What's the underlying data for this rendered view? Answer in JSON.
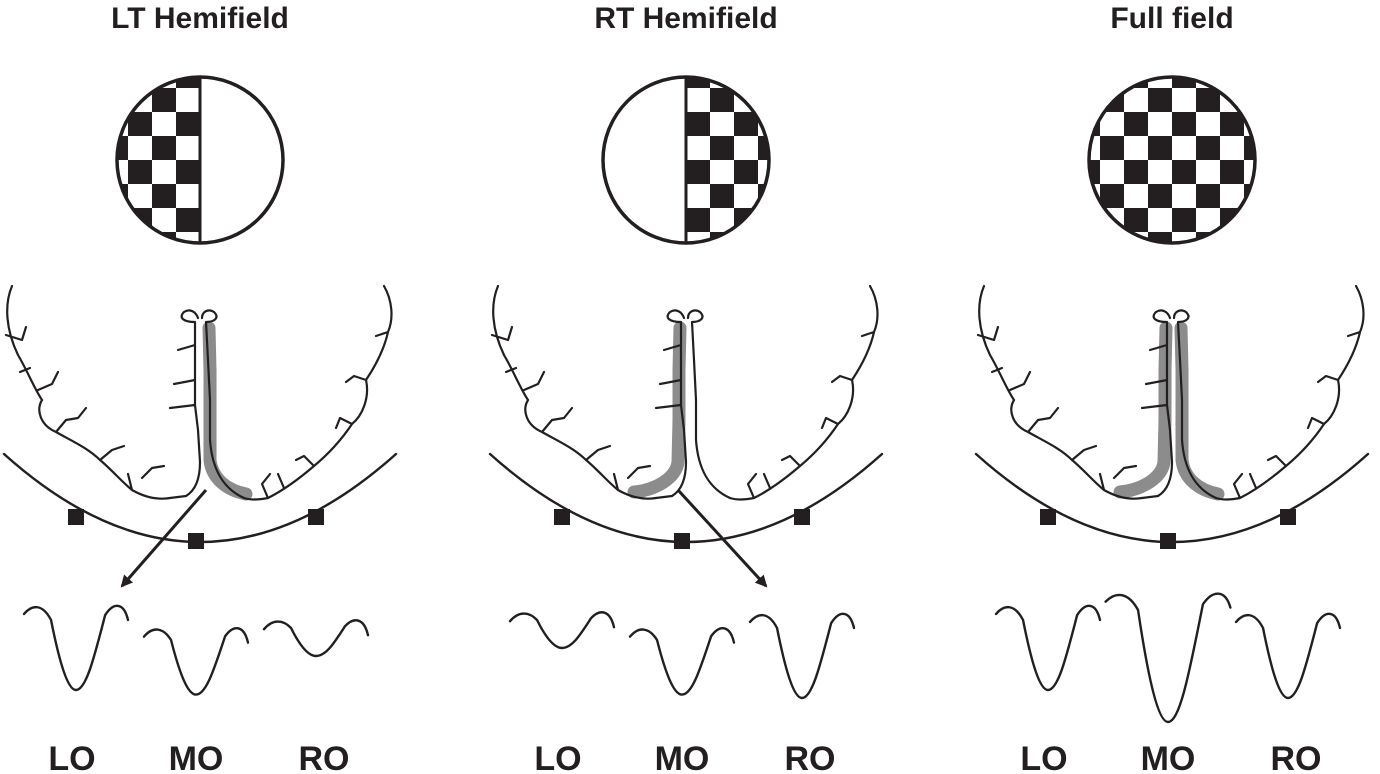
{
  "colors": {
    "ink": "#231f20",
    "highlight": "#8c8c8c",
    "background": "#ffffff"
  },
  "panels": [
    {
      "title": "LT Hemifield",
      "stimulus": "left-half",
      "activated": "right",
      "arrow_to": "LO",
      "electrodes": [
        {
          "label": "LO",
          "amplitude": 1.0
        },
        {
          "label": "MO",
          "amplitude": 0.78
        },
        {
          "label": "RO",
          "amplitude": 0.4
        }
      ]
    },
    {
      "title": "RT Hemifield",
      "stimulus": "right-half",
      "activated": "left",
      "arrow_to": "RO",
      "electrodes": [
        {
          "label": "LO",
          "amplitude": 0.4
        },
        {
          "label": "MO",
          "amplitude": 0.78
        },
        {
          "label": "RO",
          "amplitude": 1.0
        }
      ]
    },
    {
      "title": "Full field",
      "stimulus": "full",
      "activated": "both",
      "arrow_to": "",
      "electrodes": [
        {
          "label": "LO",
          "amplitude": 1.0
        },
        {
          "label": "MO",
          "amplitude": 1.6
        },
        {
          "label": "RO",
          "amplitude": 1.0
        }
      ]
    }
  ]
}
